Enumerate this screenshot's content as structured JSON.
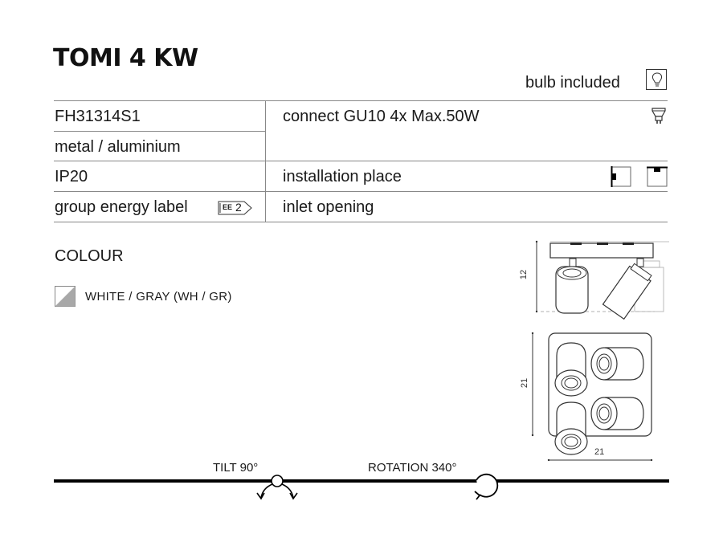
{
  "product": {
    "title": "TOMI 4 KW",
    "bulb_included_label": "bulb included"
  },
  "specs": {
    "code": "FH31314S1",
    "material": "metal / aluminium",
    "ip": "IP20",
    "energy_label": "group energy label",
    "energy_badge": "EE",
    "energy_class": "2",
    "connect": "connect GU10 4x Max.50W",
    "installation": "installation place",
    "inlet": "inlet opening"
  },
  "colour": {
    "heading": "COLOUR",
    "options": [
      {
        "label": "WHITE / GRAY (WH / GR)",
        "color_a": "#ffffff",
        "color_b": "#a8a8a8"
      }
    ]
  },
  "dimensions": {
    "side_height": "12",
    "top_height": "21",
    "top_width": "21"
  },
  "adjustments": {
    "tilt_label": "TILT 90°",
    "rotation_label": "ROTATION 340°"
  },
  "icons": {
    "bulb": "lightbulb-icon",
    "gu10": "gu10-socket-icon",
    "wall_mount": "wall-mount-icon",
    "ceiling_mount": "ceiling-mount-icon",
    "tilt": "tilt-arrows-icon",
    "rotation": "rotation-arrow-icon"
  }
}
